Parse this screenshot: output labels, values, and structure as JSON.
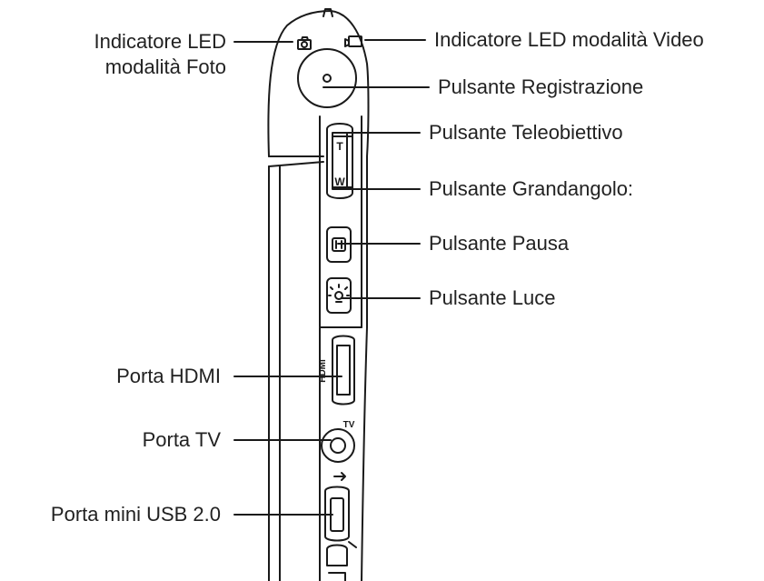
{
  "diagram": {
    "left_labels": [
      {
        "id": "photo-led",
        "lines": [
          "Indicatore LED",
          "modalità Foto"
        ]
      },
      {
        "id": "hdmi",
        "lines": [
          "Porta HDMI"
        ]
      },
      {
        "id": "tv",
        "lines": [
          "Porta TV"
        ]
      },
      {
        "id": "usb",
        "lines": [
          "Porta mini USB 2.0"
        ]
      }
    ],
    "right_labels": [
      {
        "id": "video-led",
        "text": "Indicatore LED modalità Video"
      },
      {
        "id": "record",
        "text": "Pulsante Registrazione"
      },
      {
        "id": "tele",
        "text": "Pulsante Teleobiettivo"
      },
      {
        "id": "wide",
        "text": "Pulsante Grandangolo:"
      },
      {
        "id": "pause",
        "text": "Pulsante Pausa"
      },
      {
        "id": "light",
        "text": "Pulsante Luce"
      }
    ],
    "device_marks": {
      "zoom_tele": "T",
      "zoom_wide": "W",
      "hdmi_port": "HDMI",
      "tv_port": "TV"
    }
  },
  "colors": {
    "line": "#1a1a1a",
    "label_text": "#222222",
    "body_fill": "#ffffff"
  }
}
